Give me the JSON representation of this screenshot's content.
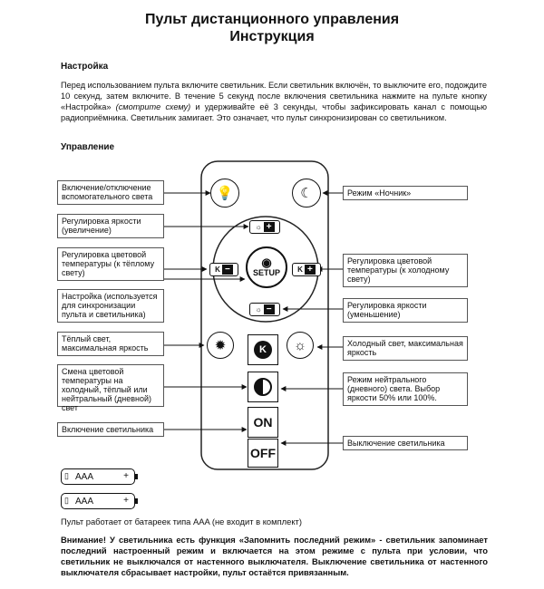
{
  "doc": {
    "title_line1": "Пульт дистанционного управления",
    "title_line2": "Инструкция"
  },
  "setup_section": {
    "heading": "Настройка",
    "p1": "Перед использованием пульта включите светильник. Если светильник включён, то выключите его, подождите 10 секунд, затем включите. В течение 5 секунд после включения светильника нажмите на пульте кнопку «Настройка» ",
    "p1_italic": "(смотрите схему)",
    "p1_end": " и удерживайте её 3 секунды, чтобы зафиксировать канал с помощью радиоприёмника. Светильник замигает. Это означает, что пульт синхронизирован со светильником."
  },
  "control_section": {
    "heading": "Управление"
  },
  "left_labels": [
    "Включение/отключение вспомогательного света",
    "Регулировка яркости (увеличение)",
    "Регулировка цветовой температуры (к тёплому свету)",
    "Настройка (используется для синхронизации пульта и светильника)",
    "Тёплый свет, максимальная яркость",
    "Смена цветовой температуры на холодный, тёплый или нейтральный (дневной) свет",
    "Включение светильника"
  ],
  "right_labels": [
    "Режим «Ночник»",
    "Регулировка цветовой температуры (к холодному свету)",
    "Регулировка яркости (уменьшение)",
    "Холодный свет, максимальная яркость",
    "Режим нейтрального (дневного) света. Выбор яркости 50% или 100%.",
    "Выключение светильника"
  ],
  "remote_buttons": {
    "setup": "SETUP",
    "on": "ON",
    "off": "OFF",
    "plus": "+",
    "minus": "−",
    "k": "K"
  },
  "icons": {
    "aux_light": "bulb-icon",
    "night_mode": "moon-star-icon",
    "brightness": "sun-icon",
    "wifi": "wifi-icon",
    "warm": "warm-sun-icon",
    "cold": "cold-sun-icon",
    "half_moon": "half-circle-icon"
  },
  "batteries": [
    {
      "label": "AAA",
      "plus": "+"
    },
    {
      "label": "AAA",
      "plus": "+"
    }
  ],
  "battery_note": "Пульт работает от батареек типа AAA (не входит в комплект)",
  "warning": "Внимание! У светильника есть функция «Запомнить последний режим» - светильник запоминает последний настроенный режим и включается на этом режиме с пульта при условии, что светильник не выключался от настенного выключателя. Выключение светильника от настенного выключателя сбрасывает настройки, пульт остаётся привязанным."
}
